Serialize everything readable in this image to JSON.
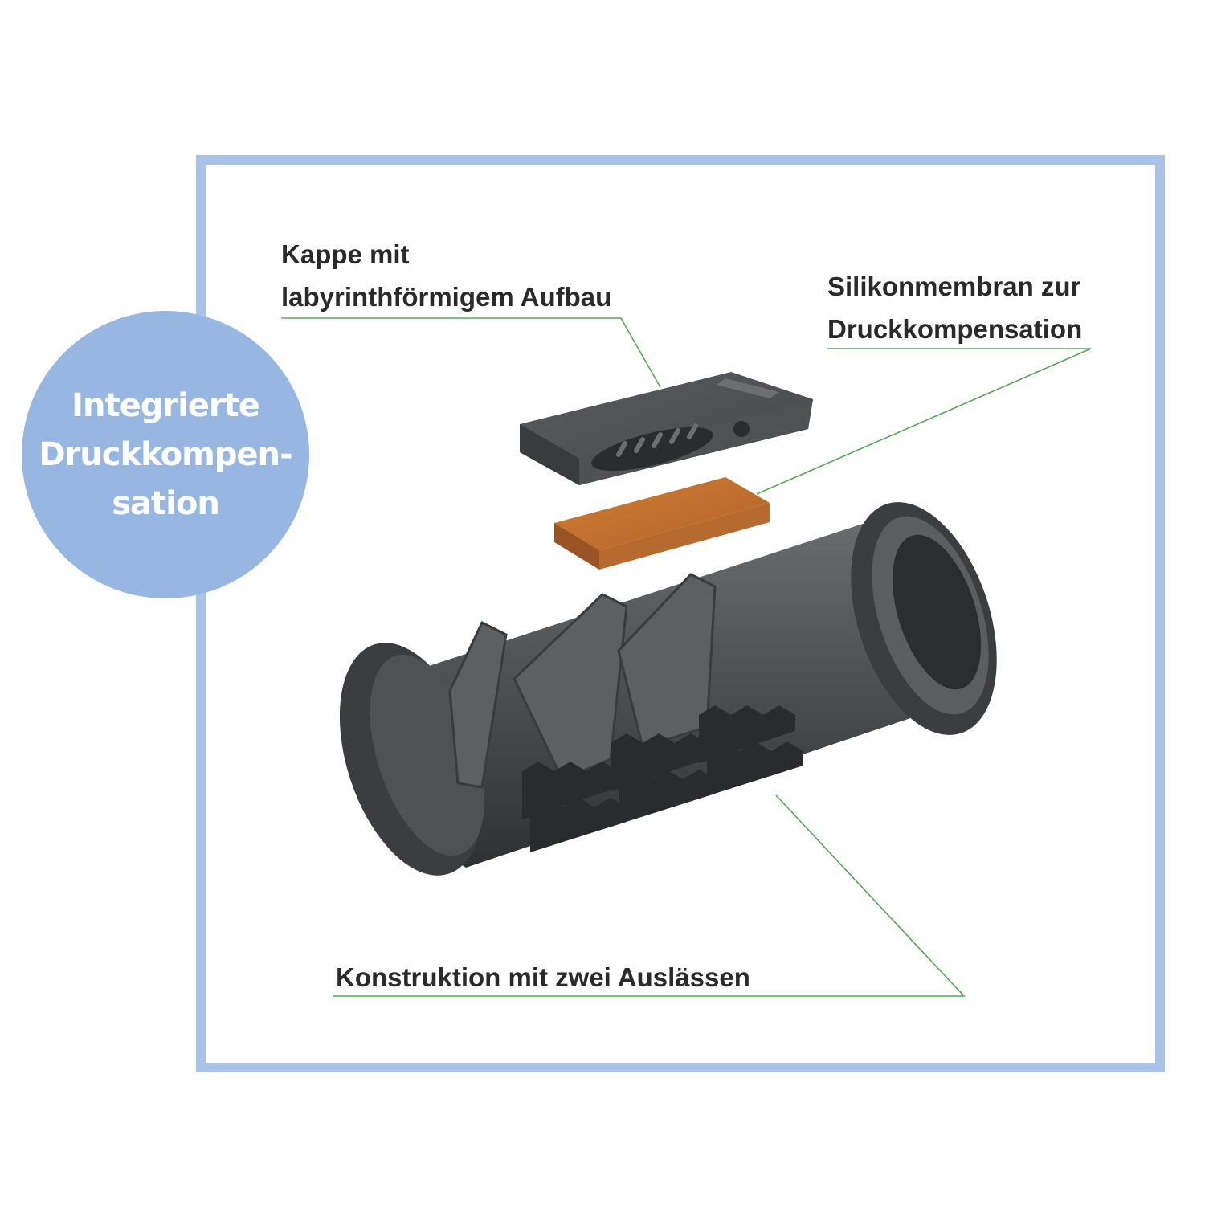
{
  "badge": {
    "text": "Integrierte\nDruckkompen-\nsation"
  },
  "labels": {
    "cap": {
      "line1": "Kappe mit",
      "line2": "labyrinthförmigem Aufbau"
    },
    "membrane": {
      "line1": "Silikonmembran zur",
      "line2": "Druckkompensation"
    },
    "body": {
      "line1": "Konstruktion mit zwei Auslässen"
    }
  },
  "colors": {
    "frame": "#a9c2ea",
    "badge": "#97b6e2",
    "leader_line": "#5aa55a",
    "membrane": "#c0702c",
    "part_dark": "#4a4b4e"
  }
}
